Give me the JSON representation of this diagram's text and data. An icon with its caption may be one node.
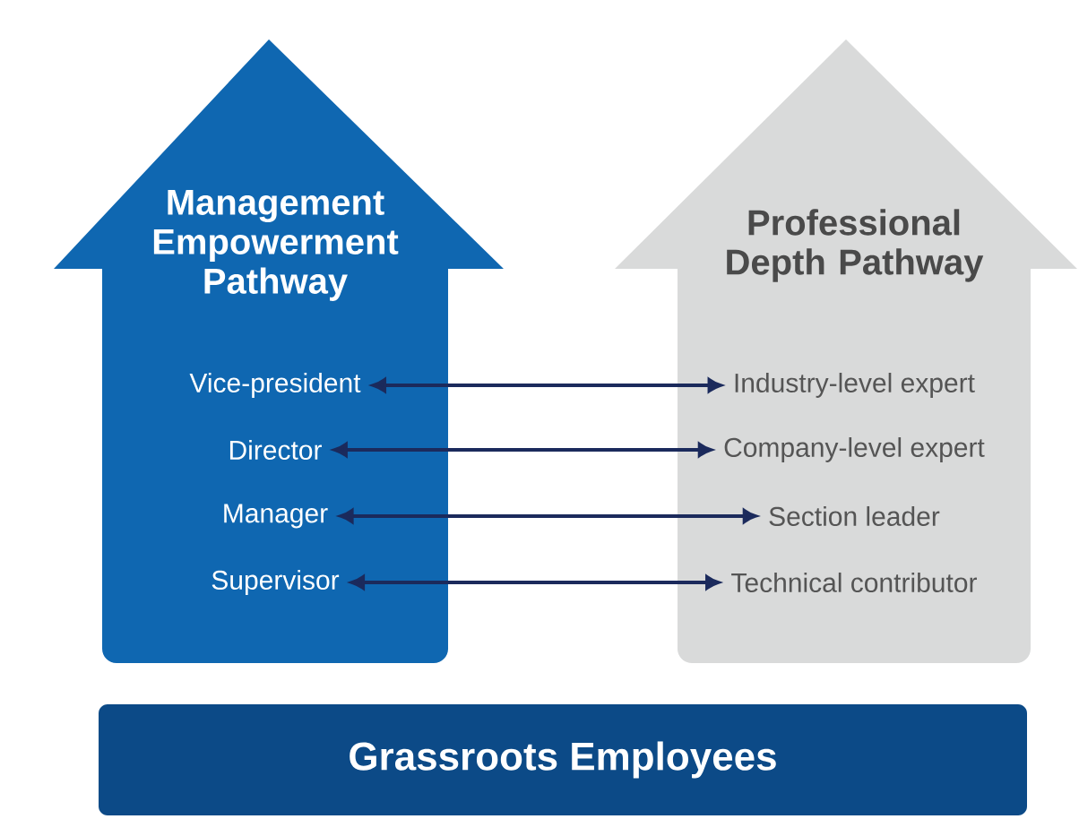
{
  "diagram": {
    "nodes": [
      {
        "text": [
          "Management Empowerment Pathway"
        ]
      },
      {
        "text": [
          "Vice-president"
        ],
        "in": 0
      },
      {
        "text": [
          "Director"
        ],
        "in": 0
      },
      {
        "text": [
          "Manager"
        ],
        "in": 0
      },
      {
        "text": [
          "Supervisor"
        ],
        "in": 0
      },
      {
        "text": [
          "Professional Depth Pathway"
        ]
      },
      {
        "text": [
          "Industry-level expert"
        ],
        "in": 5
      },
      {
        "text": [
          "Company-level expert"
        ],
        "in": 5
      },
      {
        "text": [
          "Section leader"
        ],
        "in": 5
      },
      {
        "text": [
          "Technical contributor"
        ],
        "in": 5
      },
      {
        "text": [
          "Grassroots Employees"
        ]
      }
    ],
    "edges": [
      {
        "from": 1,
        "to": 6,
        "arrow": "both"
      },
      {
        "from": 2,
        "to": 7,
        "arrow": "both"
      },
      {
        "from": 3,
        "to": 8,
        "arrow": "both"
      },
      {
        "from": 4,
        "to": 9,
        "arrow": "both"
      }
    ]
  }
}
